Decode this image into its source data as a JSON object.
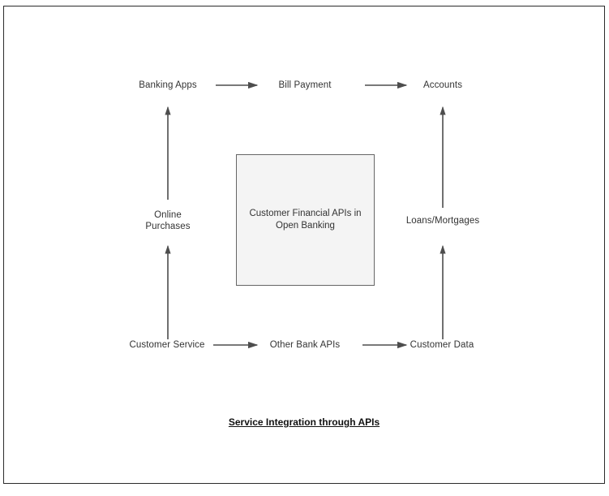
{
  "diagram": {
    "title": "Service Integration through APIs",
    "colors": {
      "canvas_border": "#2b2b2b",
      "text": "#333333",
      "arrow": "#4d4d4d",
      "box_fill": "#f4f4f4",
      "box_border": "#666666"
    },
    "center_box": {
      "label": "Customer Financial APIs in\nOpen Banking"
    },
    "nodes": [
      {
        "id": "banking-apps",
        "label": "Banking Apps"
      },
      {
        "id": "bill-payment",
        "label": "Bill Payment"
      },
      {
        "id": "accounts",
        "label": "Accounts"
      },
      {
        "id": "online-purchases",
        "label": "Online\nPurchases"
      },
      {
        "id": "loans-mortgages",
        "label": "Loans/Mortgages"
      },
      {
        "id": "customer-service",
        "label": "Customer Service"
      },
      {
        "id": "other-bank-apis",
        "label": "Other Bank APIs"
      },
      {
        "id": "customer-data",
        "label": "Customer Data"
      }
    ],
    "edges": [
      {
        "from": "banking-apps",
        "to": "bill-payment",
        "direction": "right"
      },
      {
        "from": "bill-payment",
        "to": "accounts",
        "direction": "right"
      },
      {
        "from": "customer-service",
        "to": "other-bank-apis",
        "direction": "right"
      },
      {
        "from": "other-bank-apis",
        "to": "customer-data",
        "direction": "right"
      },
      {
        "from": "online-purchases",
        "to": "banking-apps",
        "direction": "up"
      },
      {
        "from": "customer-service",
        "to": "online-purchases",
        "direction": "up"
      },
      {
        "from": "loans-mortgages",
        "to": "accounts",
        "direction": "up"
      },
      {
        "from": "customer-data",
        "to": "loans-mortgages",
        "direction": "up"
      }
    ]
  }
}
